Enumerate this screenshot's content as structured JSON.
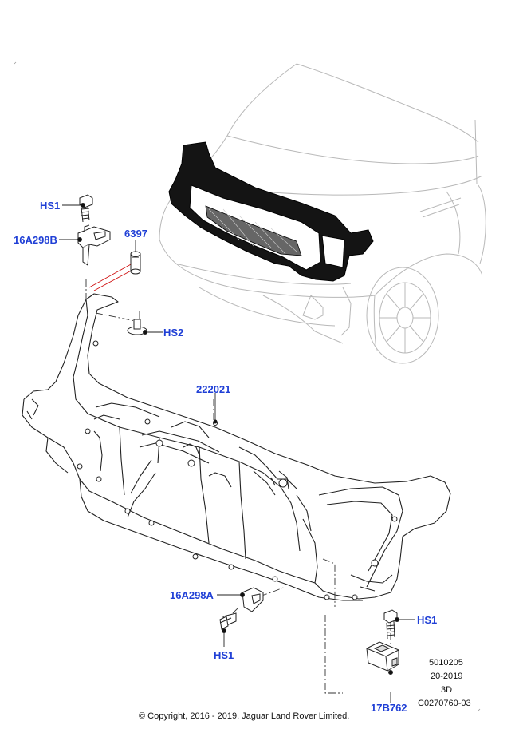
{
  "callouts": {
    "hs1_top": "HS1",
    "part_16a298b": "16A298B",
    "part_6397": "6397",
    "hs2": "HS2",
    "part_222021": "222021",
    "part_16a298a": "16A298A",
    "hs1_bottom_left": "HS1",
    "hs1_bottom_right": "HS1",
    "part_17b762": "17B762"
  },
  "reference": {
    "line1": "5010205",
    "line2": "20-2019",
    "line3": "3D",
    "line4": "C0270760-03"
  },
  "copyright": "© Copyright, 2016 - 2019. Jaguar Land Rover Limited.",
  "colors": {
    "callout_text": "#1f3fd6",
    "line_art": "#222222",
    "vehicle_outline": "#b8b8b8",
    "highlight_part": "#111111",
    "guide_line": "#d01010"
  }
}
